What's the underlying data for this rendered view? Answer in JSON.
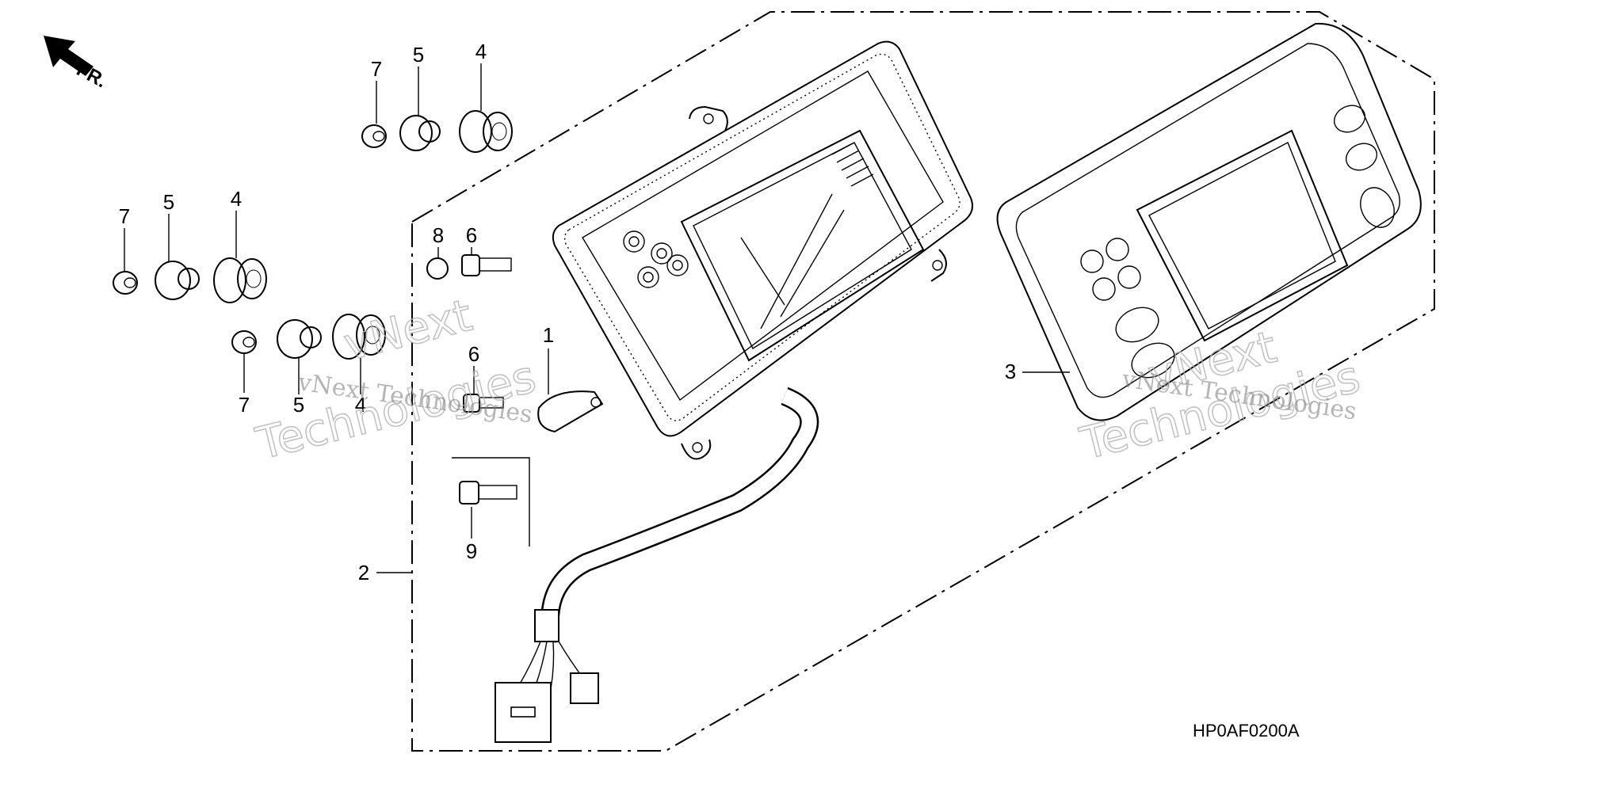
{
  "diagram": {
    "direction_label": "FR.",
    "diagram_code": "HP0AF0200A",
    "callouts": [
      {
        "id": "c1",
        "text": "1"
      },
      {
        "id": "c2",
        "text": "2"
      },
      {
        "id": "c3",
        "text": "3"
      },
      {
        "id": "c4a",
        "text": "4"
      },
      {
        "id": "c4b",
        "text": "4"
      },
      {
        "id": "c4c",
        "text": "4"
      },
      {
        "id": "c5a",
        "text": "5"
      },
      {
        "id": "c5b",
        "text": "5"
      },
      {
        "id": "c5c",
        "text": "5"
      },
      {
        "id": "c6a",
        "text": "6"
      },
      {
        "id": "c6b",
        "text": "6"
      },
      {
        "id": "c7a",
        "text": "7"
      },
      {
        "id": "c7b",
        "text": "7"
      },
      {
        "id": "c7c",
        "text": "7"
      },
      {
        "id": "c8",
        "text": "8"
      },
      {
        "id": "c9",
        "text": "9"
      }
    ]
  },
  "watermark": {
    "line1": "vNext Technologies",
    "line2": "Technologies",
    "line3": "vNext"
  },
  "icons": {
    "direction_arrow": "front-arrow-icon"
  }
}
